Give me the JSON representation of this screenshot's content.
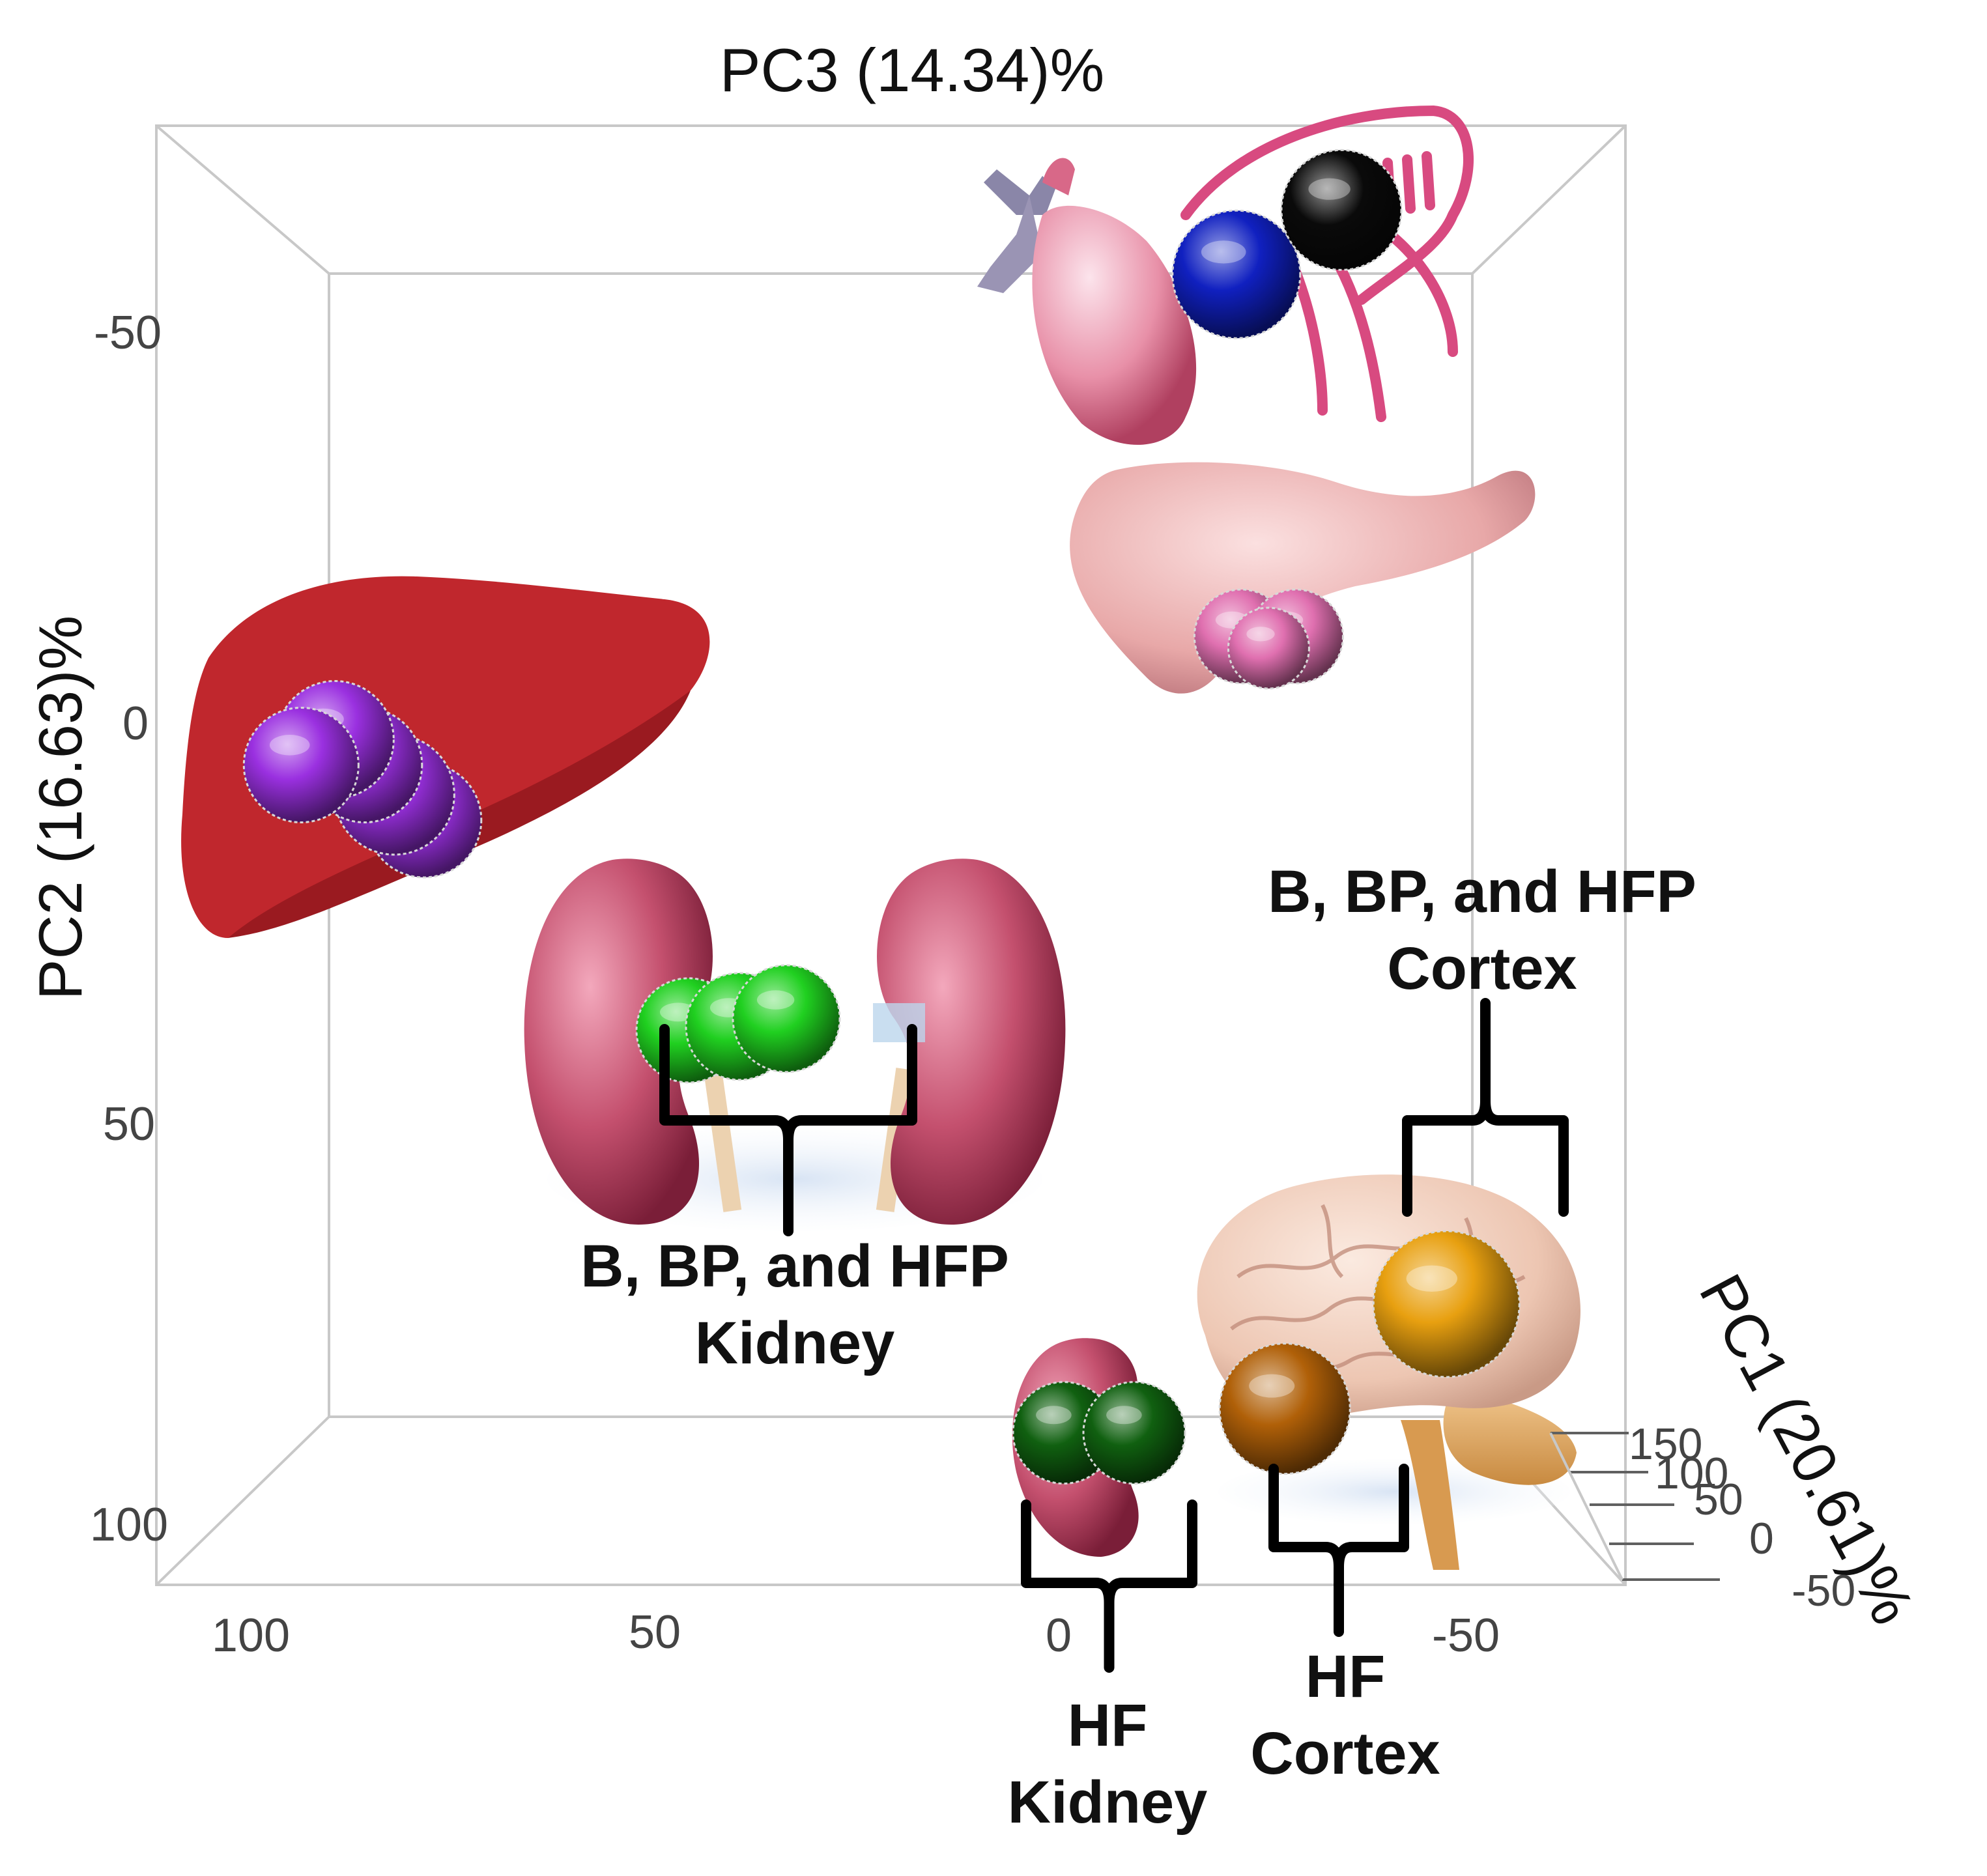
{
  "chart_data": {
    "type": "scatter",
    "dimensions": 3,
    "title": "",
    "axes": {
      "pc1": {
        "label": "PC1 (20.61)%",
        "ticks": [
          "150",
          "100",
          "50",
          "0",
          "-50"
        ]
      },
      "pc2": {
        "label": "PC2 (16.63)%",
        "ticks": [
          "-50",
          "0",
          "50",
          "100"
        ]
      },
      "pc3": {
        "label": "PC3 (14.34)%",
        "ticks": [
          "100",
          "50",
          "0",
          "-50"
        ]
      }
    },
    "grid": false,
    "clusters": [
      {
        "id": "heart",
        "pc3": -22,
        "pc2": -58,
        "color": "#1020c0",
        "organ_icon": "heart-icon"
      },
      {
        "id": "gut",
        "pc3": -35,
        "pc2": -66,
        "color": "#0a0a0a",
        "organ_icon": "intestine-icon"
      },
      {
        "id": "pancreas",
        "pc3": -26,
        "pc2": -13,
        "color": "#e070b0",
        "organ_icon": "pancreas-icon"
      },
      {
        "id": "liver",
        "pc3": 88,
        "pc2": 3,
        "color": "#9a30e0",
        "organ_icon": "liver-icon"
      },
      {
        "id": "kidney-b-bp-hfp",
        "pc3": 40,
        "pc2": 35,
        "color": "#20d020",
        "organ_icon": "kidneys-icon"
      },
      {
        "id": "cortex-b-bp-hfp",
        "pc3": -48,
        "pc2": 70,
        "color": "#e8a010",
        "organ_icon": "brain-icon"
      },
      {
        "id": "kidney-hf",
        "pc3": -5,
        "pc2": 86,
        "color": "#106010",
        "organ_icon": "kidney-icon"
      },
      {
        "id": "cortex-hf",
        "pc3": -28,
        "pc2": 83,
        "color": "#b06008",
        "organ_icon": "brain-icon"
      }
    ],
    "annotations": [
      {
        "id": "cortex-b-bp-hfp",
        "lines": [
          "B, BP, and HFP",
          "Cortex"
        ]
      },
      {
        "id": "kidney-b-bp-hfp",
        "lines": [
          "B, BP, and HFP",
          "Kidney"
        ]
      },
      {
        "id": "cortex-hf",
        "lines": [
          "HF",
          "Cortex"
        ]
      },
      {
        "id": "kidney-hf",
        "lines": [
          "HF",
          "Kidney"
        ]
      }
    ]
  }
}
